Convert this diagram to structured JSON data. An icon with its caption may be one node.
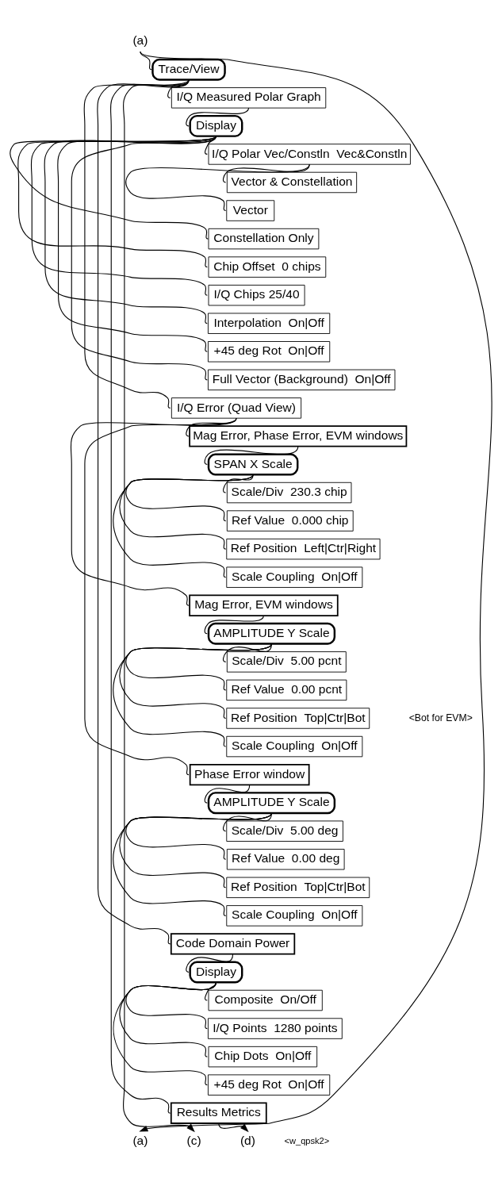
{
  "diagram": {
    "nodes": [
      {
        "text": [
          "(a)"
        ]
      },
      {
        "text": [
          "Trace/View"
        ]
      },
      {
        "text": [
          "I/Q Measured Polar Graph"
        ]
      },
      {
        "text": [
          "Display"
        ]
      },
      {
        "text": [
          "I/Q Polar Vec/Constln  Vec&Constln"
        ]
      },
      {
        "text": [
          "Vector & Constellation"
        ]
      },
      {
        "text": [
          "Vector"
        ]
      },
      {
        "text": [
          "Constellation Only"
        ]
      },
      {
        "text": [
          "Chip Offset  0 chips"
        ]
      },
      {
        "text": [
          "I/Q Chips 25/40"
        ]
      },
      {
        "text": [
          "Interpolation  On|Off"
        ]
      },
      {
        "text": [
          "+45 deg Rot  On|Off"
        ]
      },
      {
        "text": [
          "Full Vector (Background)  On|Off"
        ]
      },
      {
        "text": [
          "I/Q Error (Quad View)"
        ]
      },
      {
        "text": [
          "Mag Error, Phase Error, EVM windows"
        ]
      },
      {
        "text": [
          "SPAN X Scale"
        ]
      },
      {
        "text": [
          "Scale/Div  230.3 chip"
        ]
      },
      {
        "text": [
          "Ref Value  0.000 chip"
        ]
      },
      {
        "text": [
          "Ref Position  Left|Ctr|Right"
        ]
      },
      {
        "text": [
          "Scale Coupling  On|Off"
        ]
      },
      {
        "text": [
          "Mag Error, EVM windows"
        ]
      },
      {
        "text": [
          "AMPLITUDE Y Scale"
        ]
      },
      {
        "text": [
          "Scale/Div  5.00 pcnt"
        ]
      },
      {
        "text": [
          "Ref Value  0.00 pcnt"
        ]
      },
      {
        "text": [
          "Ref Position  Top|Ctr|Bot"
        ],
        "beside": [
          "<Bot for EVM>"
        ]
      },
      {
        "text": [
          "Scale Coupling  On|Off"
        ]
      },
      {
        "text": [
          "Phase Error window"
        ]
      },
      {
        "text": [
          "AMPLITUDE Y Scale"
        ]
      },
      {
        "text": [
          "Scale/Div  5.00 deg"
        ]
      },
      {
        "text": [
          "Ref Value  0.00 deg"
        ]
      },
      {
        "text": [
          "Ref Position  Top|Ctr|Bot"
        ]
      },
      {
        "text": [
          "Scale Coupling  On|Off"
        ]
      },
      {
        "text": [
          "Code Domain Power"
        ]
      },
      {
        "text": [
          "Display"
        ]
      },
      {
        "text": [
          "Composite  On/Off"
        ]
      },
      {
        "text": [
          "I/Q Points  1280 points"
        ]
      },
      {
        "text": [
          "Chip Dots  On|Off"
        ]
      },
      {
        "text": [
          "+45 deg Rot  On|Off"
        ]
      },
      {
        "text": [
          "Results Metrics"
        ]
      },
      {
        "text": [
          "(a)"
        ]
      },
      {
        "text": [
          "(c)"
        ]
      },
      {
        "text": [
          "(d)"
        ]
      }
    ],
    "edges": [
      {
        "from": 0,
        "to": 39,
        "arrow": "to"
      },
      {
        "from": 0,
        "to": 1,
        "arrow": "none"
      },
      {
        "from": 1,
        "to": 2,
        "arrow": "none"
      },
      {
        "from": 2,
        "to": 3,
        "arrow": "none"
      },
      {
        "from": 3,
        "to": 4,
        "arrow": "none"
      },
      {
        "from": 4,
        "to": 5,
        "arrow": "none"
      },
      {
        "from": 4,
        "to": 6,
        "arrow": "none"
      },
      {
        "from": 3,
        "to": 7,
        "arrow": "none"
      },
      {
        "from": 3,
        "to": 8,
        "arrow": "none"
      },
      {
        "from": 3,
        "to": 9,
        "arrow": "none"
      },
      {
        "from": 3,
        "to": 10,
        "arrow": "none"
      },
      {
        "from": 3,
        "to": 11,
        "arrow": "none"
      },
      {
        "from": 3,
        "to": 12,
        "arrow": "none"
      },
      {
        "from": 1,
        "to": 13,
        "arrow": "none"
      },
      {
        "from": 13,
        "to": 14,
        "arrow": "none"
      },
      {
        "from": 14,
        "to": 15,
        "arrow": "none"
      },
      {
        "from": 15,
        "to": 16,
        "arrow": "none"
      },
      {
        "from": 15,
        "to": 17,
        "arrow": "none"
      },
      {
        "from": 15,
        "to": 18,
        "arrow": "none"
      },
      {
        "from": 15,
        "to": 19,
        "arrow": "none"
      },
      {
        "from": 13,
        "to": 20,
        "arrow": "none"
      },
      {
        "from": 20,
        "to": 21,
        "arrow": "none"
      },
      {
        "from": 21,
        "to": 22,
        "arrow": "none"
      },
      {
        "from": 21,
        "to": 23,
        "arrow": "none"
      },
      {
        "from": 21,
        "to": 24,
        "arrow": "none"
      },
      {
        "from": 21,
        "to": 25,
        "arrow": "none"
      },
      {
        "from": 13,
        "to": 26,
        "arrow": "none"
      },
      {
        "from": 26,
        "to": 27,
        "arrow": "none"
      },
      {
        "from": 27,
        "to": 28,
        "arrow": "none"
      },
      {
        "from": 27,
        "to": 29,
        "arrow": "none"
      },
      {
        "from": 27,
        "to": 30,
        "arrow": "none"
      },
      {
        "from": 27,
        "to": 31,
        "arrow": "none"
      },
      {
        "from": 1,
        "to": 32,
        "arrow": "none"
      },
      {
        "from": 32,
        "to": 33,
        "arrow": "none"
      },
      {
        "from": 33,
        "to": 34,
        "arrow": "none"
      },
      {
        "from": 33,
        "to": 35,
        "arrow": "none"
      },
      {
        "from": 33,
        "to": 36,
        "arrow": "none"
      },
      {
        "from": 33,
        "to": 37,
        "arrow": "none"
      },
      {
        "from": 1,
        "to": 38,
        "arrow": "none"
      },
      {
        "from": 1,
        "to": 40,
        "arrow": "to"
      },
      {
        "from": 38,
        "to": 41,
        "arrow": "to"
      }
    ],
    "labels": [
      "<w_qpsk2>"
    ]
  }
}
